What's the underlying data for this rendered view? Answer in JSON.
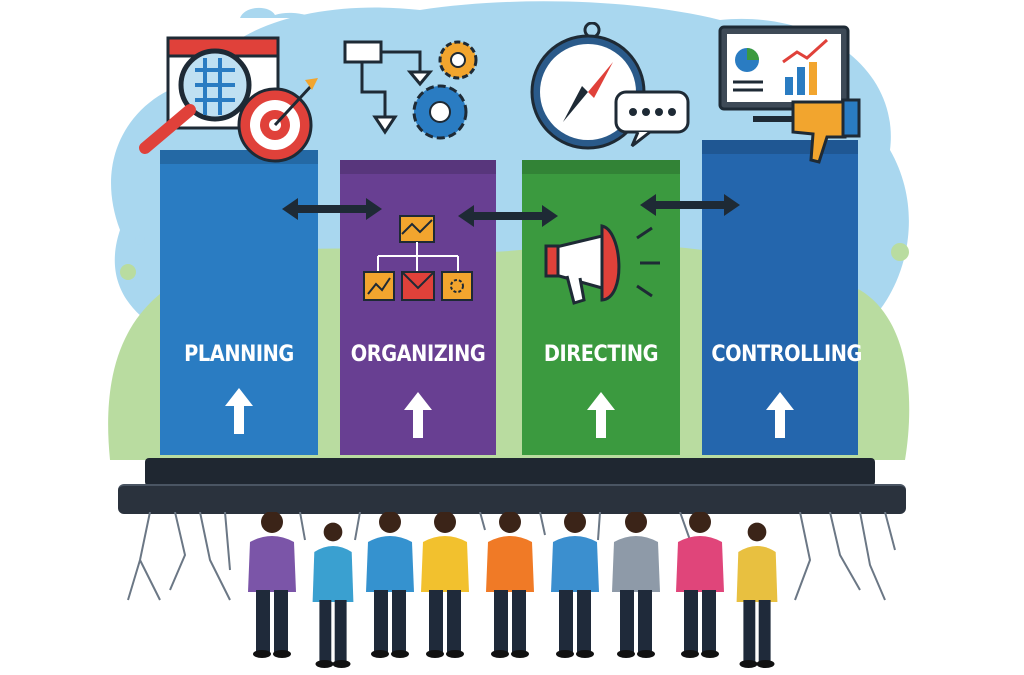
{
  "pillars": [
    {
      "label": "PLANNING",
      "color": "#2a7cc2",
      "icon": "calendar-magnifier-target-icon"
    },
    {
      "label": "ORGANIZING",
      "color": "#683f92",
      "icon": "flowchart-gears-icon"
    },
    {
      "label": "DIRECTING",
      "color": "#3b9a3f",
      "icon": "compass-speech-megaphone-icon"
    },
    {
      "label": "CONTROLLING",
      "color": "#2466ad",
      "icon": "monitor-chart-thumbs-down-icon"
    }
  ],
  "colors": {
    "sky": "#a9d7ef",
    "hills": "#b9dca0",
    "platform": "#1f2731",
    "arrow": "#1e2a35"
  },
  "people_shirts": [
    "#7b55a8",
    "#3aa0d0",
    "#3592cf",
    "#f2c12e",
    "#f07a26",
    "#3b8fcf",
    "#8e9aa8",
    "#e0457a",
    "#e8c040"
  ]
}
